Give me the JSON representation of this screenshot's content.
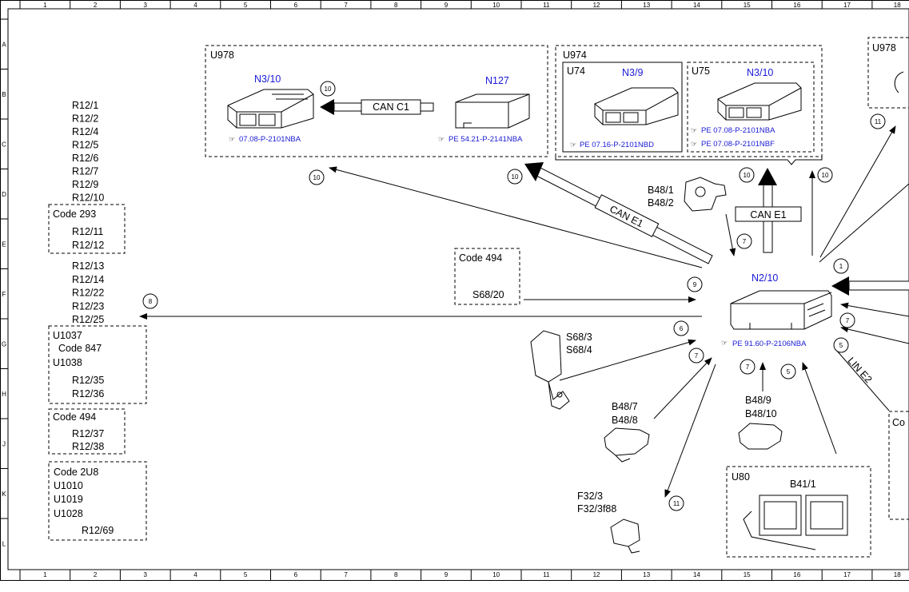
{
  "frame": {
    "columns": [
      "1",
      "2",
      "3",
      "4",
      "5",
      "6",
      "7",
      "8",
      "9",
      "10",
      "11",
      "12",
      "13",
      "14",
      "15",
      "16",
      "17",
      "18"
    ],
    "rows": [
      "A",
      "B",
      "C",
      "D",
      "E",
      "F",
      "G",
      "H",
      "J",
      "K",
      "L"
    ]
  },
  "central": {
    "id": "N2/10",
    "ref": "PE 91.60-P-2106NBA"
  },
  "left_column": {
    "list_top": [
      "R12/1",
      "R12/2",
      "R12/4",
      "R12/5",
      "R12/6",
      "R12/7",
      "R12/9",
      "R12/10"
    ],
    "box_code293": {
      "title": "Code 293",
      "items": [
        "R12/11",
        "R12/12"
      ]
    },
    "list_mid": [
      "R12/13",
      "R12/14",
      "R12/22",
      "R12/23",
      "R12/25"
    ],
    "box_u1037": {
      "lines": [
        "U1037",
        "Code 847",
        "U1038"
      ],
      "items": [
        "R12/35",
        "R12/36"
      ]
    },
    "box_code494": {
      "title": "Code 494",
      "items": [
        "R12/37",
        "R12/38"
      ]
    },
    "box_code2u8": {
      "lines": [
        "Code 2U8",
        "U1010",
        "U1019",
        "U1028"
      ],
      "items": [
        "R12/69"
      ]
    }
  },
  "top_group_u978": {
    "label": "U978",
    "n3_10": {
      "id": "N3/10",
      "ref": "07.08-P-2101NBA"
    },
    "n127": {
      "id": "N127",
      "ref": "PE 54.21-P-2141NBA"
    },
    "bus": "CAN C1",
    "marker": "10"
  },
  "top_group_u974": {
    "label": "U974",
    "u74": {
      "label": "U74",
      "id": "N3/9",
      "ref": "PE 07.16-P-2101NBD"
    },
    "u75": {
      "label": "U75",
      "id": "N3/10",
      "refs": [
        "PE 07.08-P-2101NBA",
        "PE 07.08-P-2101NBF"
      ]
    }
  },
  "right_edge": {
    "label_top": "U978",
    "label_bottom": "Co"
  },
  "can_e1": "CAN E1",
  "lin_e2": "LIN E2",
  "code494_box": {
    "title": "Code 494",
    "item": "S68/20"
  },
  "components": {
    "b48_1": [
      "B48/1",
      "B48/2"
    ],
    "s68_3": [
      "S68/3",
      "S68/4"
    ],
    "b48_7": [
      "B48/7",
      "B48/8"
    ],
    "b48_9": [
      "B48/9",
      "B48/10"
    ],
    "f32": [
      "F32/3",
      "F32/3f88"
    ],
    "u80": {
      "label": "U80",
      "id": "B41/1"
    }
  },
  "markers": {
    "m1": "1",
    "m5a": "5",
    "m5b": "5",
    "m6": "6",
    "m7a": "7",
    "m7b": "7",
    "m7c": "7",
    "m7d": "7",
    "m8": "8",
    "m9": "9",
    "m10a": "10",
    "m10b": "10",
    "m10c": "10",
    "m10d": "10",
    "m11a": "11",
    "m11b": "11"
  }
}
